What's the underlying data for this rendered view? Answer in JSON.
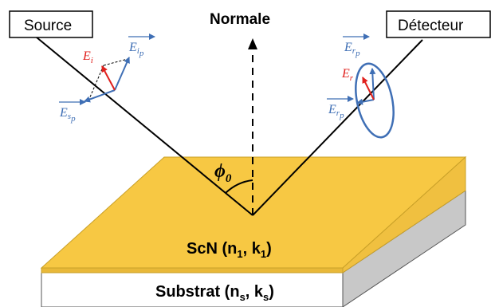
{
  "labels": {
    "source": "Source",
    "detector": "Détecteur",
    "normal": "Normale",
    "angle": "ϕ",
    "angle_sub": "0"
  },
  "layers": {
    "film": {
      "name": "ScN (n",
      "n_sub": "1",
      "mid": ", k",
      "k_sub": "1",
      "end": ")"
    },
    "substrate": {
      "name": "Substrat (n",
      "n_sub": "s",
      "mid": ", k",
      "k_sub": "s",
      "end": ")"
    }
  },
  "fields": {
    "incident": {
      "symbol": "E",
      "sub": "i"
    },
    "incident_p": {
      "symbol": "E",
      "sub": "i",
      "subsub": "p"
    },
    "incident_s": {
      "symbol": "E",
      "sub": "s",
      "subsub": "p"
    },
    "reflected": {
      "symbol": "E",
      "sub": "r"
    },
    "reflected_top": {
      "symbol": "E",
      "sub": "r",
      "subsub": "p"
    },
    "reflected_p": {
      "symbol": "E",
      "sub": "r",
      "subsub": "p"
    }
  },
  "colors": {
    "film": "#f7c843",
    "film_edge": "#c9a028",
    "substrate_side": "#c8c8c8",
    "blue": "#3f6fb5",
    "red": "#e0201d"
  }
}
